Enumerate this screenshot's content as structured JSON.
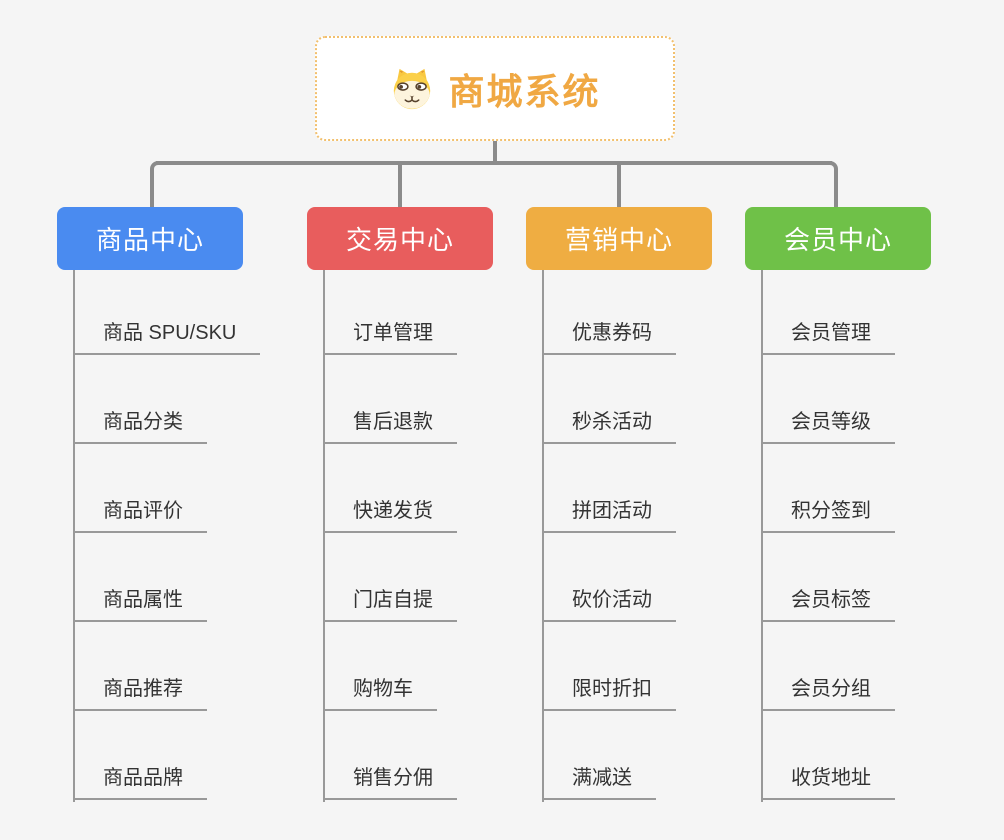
{
  "root": {
    "title": "商城系统",
    "icon": "dog-face-icon"
  },
  "branches": [
    {
      "label": "商品中心",
      "color": "#4a8bf0",
      "items": [
        "商品 SPU/SKU",
        "商品分类",
        "商品评价",
        "商品属性",
        "商品推荐",
        "商品品牌"
      ]
    },
    {
      "label": "交易中心",
      "color": "#e85d5d",
      "items": [
        "订单管理",
        "售后退款",
        "快递发货",
        "门店自提",
        "购物车",
        "销售分佣"
      ]
    },
    {
      "label": "营销中心",
      "color": "#efad42",
      "items": [
        "优惠券码",
        "秒杀活动",
        "拼团活动",
        "砍价活动",
        "限时折扣",
        "满减送"
      ]
    },
    {
      "label": "会员中心",
      "color": "#6fc148",
      "items": [
        "会员管理",
        "会员等级",
        "积分签到",
        "会员标签",
        "会员分组",
        "收货地址"
      ]
    }
  ],
  "colors": {
    "root_accent": "#f0a843",
    "root_border": "#f2c06e",
    "connector": "#8b8b8b",
    "child_line": "#999999",
    "child_text": "#333333",
    "background": "#f5f5f5"
  }
}
